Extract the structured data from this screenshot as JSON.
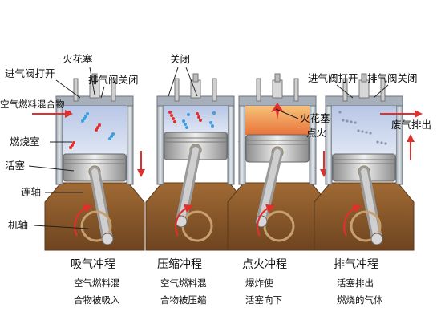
{
  "labels": {
    "spark_plug": "火花塞",
    "intake_valve_open": "进气阀打开",
    "exhaust_valve_closed": "排气阀关闭",
    "air_fuel_mixture": "空气燃料混合物",
    "combustion_chamber": "燃烧室",
    "piston": "活塞",
    "connecting_rod": "连轴",
    "crankshaft": "机轴",
    "closed": "关闭",
    "spark_plug_ignites_line1": "火花塞",
    "spark_plug_ignites_line2": "点火",
    "intake_valve_open_2": "进气阀打开",
    "exhaust_valve_closed_2": "排气阀关闭",
    "exhaust_out": "废气排出"
  },
  "strokes": [
    {
      "title": "吸气冲程",
      "desc_line1": "空气燃料混",
      "desc_line2": "合物被吸入"
    },
    {
      "title": "压缩冲程",
      "desc_line1": "空气燃料混",
      "desc_line2": "合物被压缩"
    },
    {
      "title": "点火冲程",
      "desc_line1": "爆炸使",
      "desc_line2": "活塞向下"
    },
    {
      "title": "排气冲程",
      "desc_line1": "活塞排出",
      "desc_line2": "燃烧的气体"
    }
  ],
  "colors": {
    "crankcase": "#8a5a2b",
    "cylinder_wall": "#b9c2cc",
    "chamber_gas": "#c9d4ea",
    "ignition_gas": "#f0a060",
    "arrow_red": "#e0302c",
    "piston": "#c8c8c8"
  }
}
